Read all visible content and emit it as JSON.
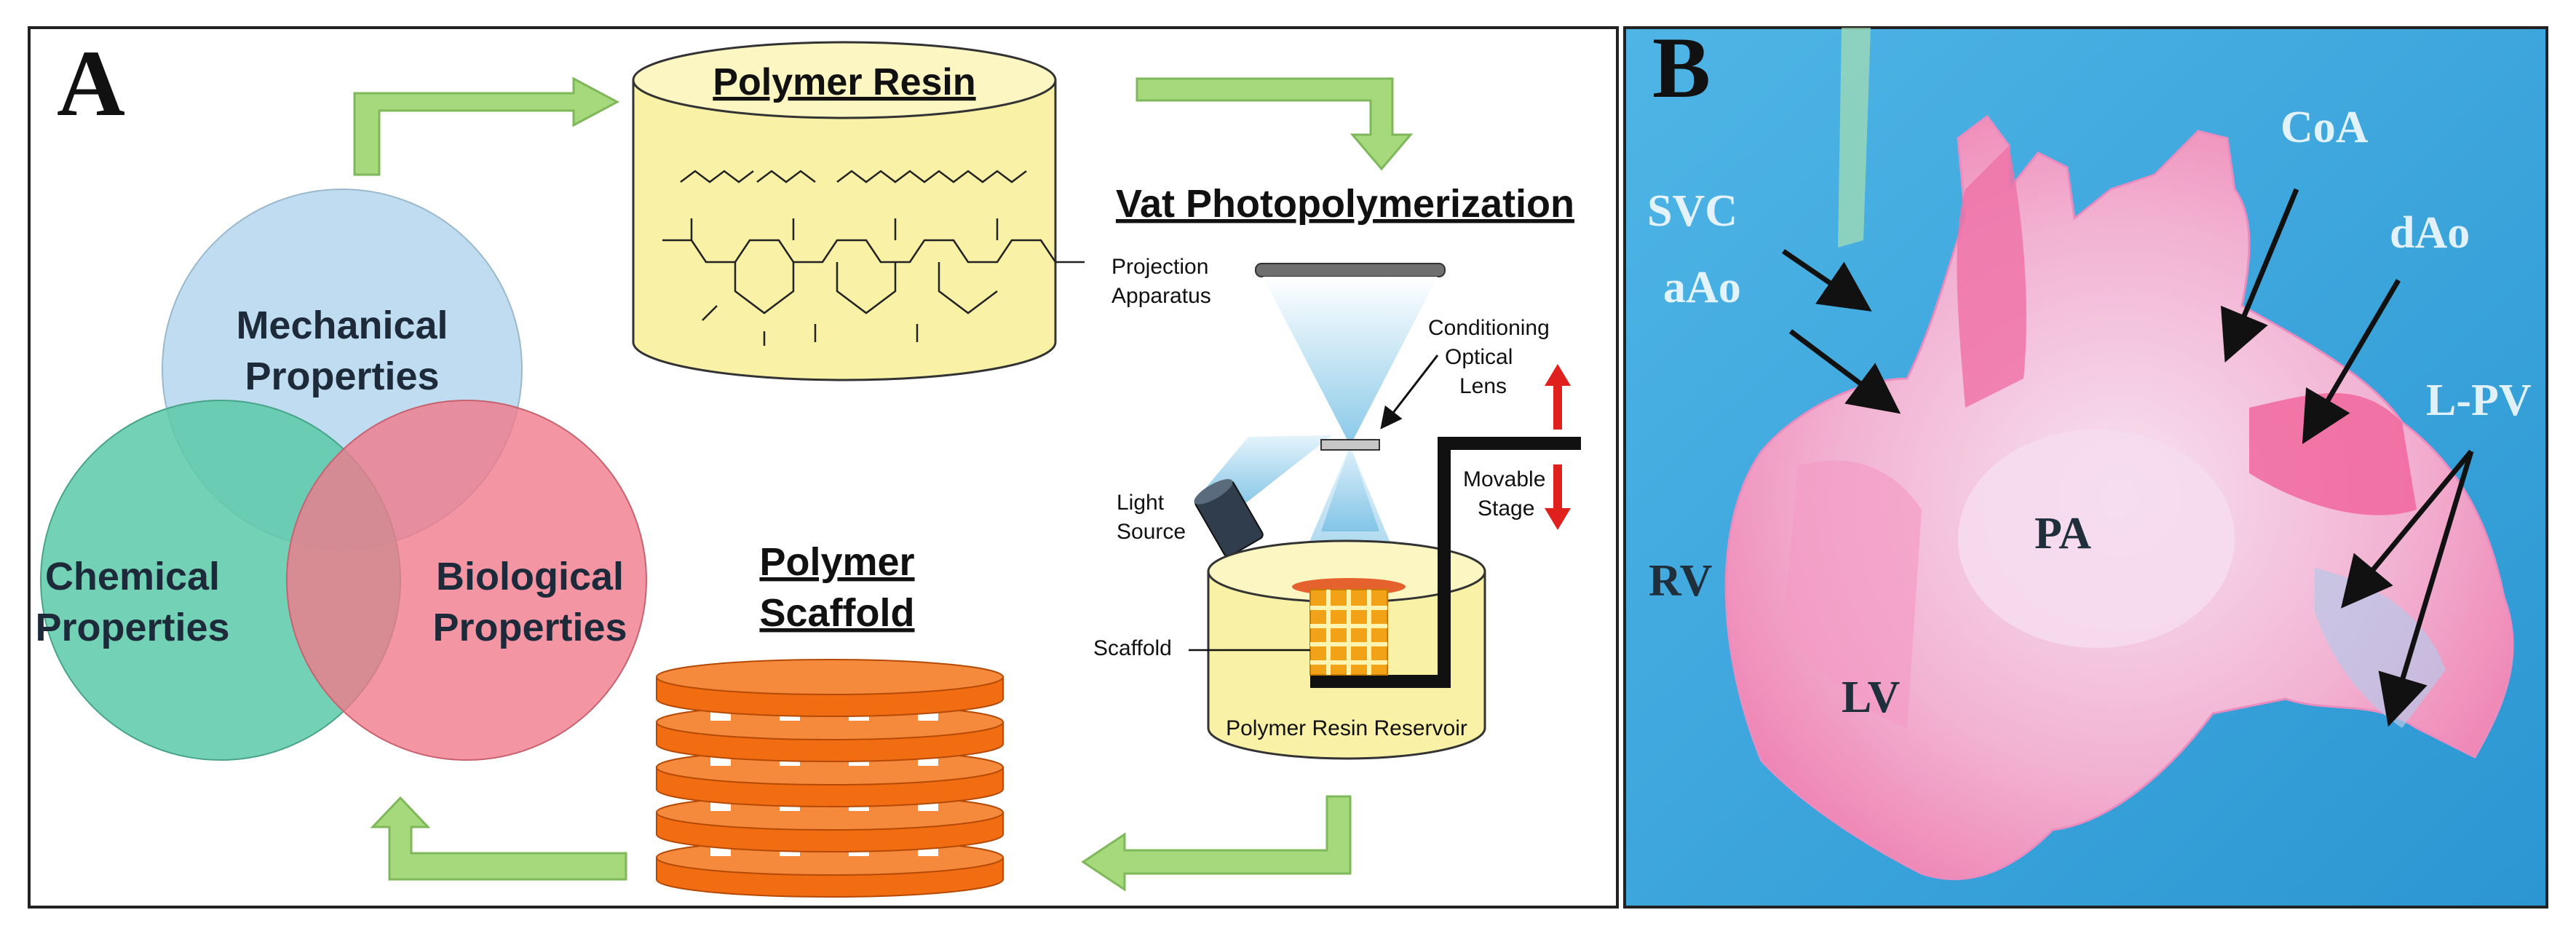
{
  "panel_a": {
    "letter": "A",
    "venn": {
      "mechanical": [
        "Mechanical",
        "Properties"
      ],
      "chemical": [
        "Chemical",
        "Properties"
      ],
      "biological": [
        "Biological",
        "Properties"
      ],
      "colors": {
        "mechanical": "#b8d8ee",
        "chemical": "#5bc9a8",
        "biological": "#f07a8c"
      }
    },
    "resin": {
      "title": "Polymer Resin",
      "color": "#f8f1a6"
    },
    "vat": {
      "title": "Vat Photopolymerization",
      "projection": [
        "Projection",
        "Apparatus"
      ],
      "conditioning": [
        "Conditioning",
        "Optical",
        "Lens"
      ],
      "light": [
        "Light",
        "Source"
      ],
      "stage": [
        "Movable",
        "Stage"
      ],
      "scaffold_label": "Scaffold",
      "reservoir": "Polymer Resin Reservoir"
    },
    "scaffold": {
      "title": [
        "Polymer",
        "Scaffold"
      ],
      "color": "#f26c12"
    },
    "arrow_color": "#a6d97c"
  },
  "panel_b": {
    "letter": "B",
    "labels": {
      "svc": "SVC",
      "aao": "aAo",
      "coa": "CoA",
      "dao": "dAo",
      "lpv": "L-PV",
      "rv": "RV",
      "pa": "PA",
      "lv": "LV"
    },
    "colors": {
      "background": "#3aa7dd",
      "tissue_pink": "#f07fae",
      "tissue_light": "#f5d6ea"
    }
  }
}
